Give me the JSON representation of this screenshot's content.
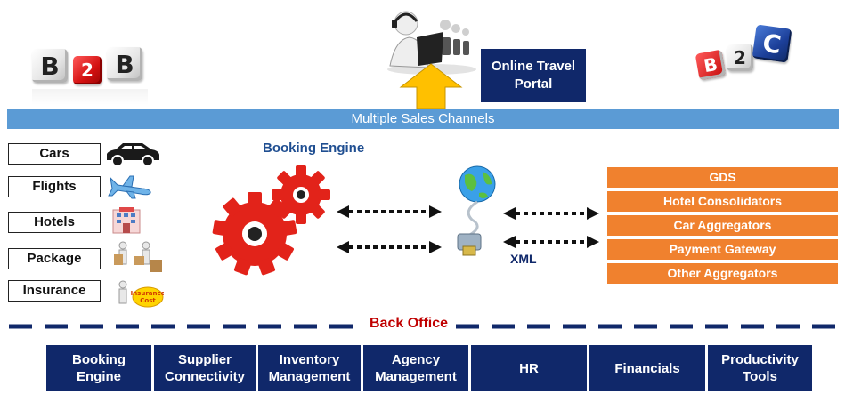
{
  "b2b": {
    "letters": [
      "B",
      "2",
      "B"
    ]
  },
  "b2c": {
    "letters": [
      "B",
      "2",
      "C"
    ]
  },
  "portal": {
    "line1": "Online Travel",
    "line2": "Portal"
  },
  "sales_channels": "Multiple Sales Channels",
  "products": [
    {
      "label": "Cars",
      "icon": "car-icon"
    },
    {
      "label": "Flights",
      "icon": "airplane-icon"
    },
    {
      "label": "Hotels",
      "icon": "hotel-icon"
    },
    {
      "label": "Package",
      "icon": "package-icon"
    },
    {
      "label": "Insurance",
      "icon": "insurance-icon"
    }
  ],
  "booking_engine": "Booking Engine",
  "xml": "XML",
  "aggregators": [
    "GDS",
    "Hotel Consolidators",
    "Car Aggregators",
    "Payment Gateway",
    "Other Aggregators"
  ],
  "back_office": "Back Office",
  "modules": [
    {
      "line1": "Booking",
      "line2": "Engine"
    },
    {
      "line1": "Supplier",
      "line2": "Connectivity"
    },
    {
      "line1": "Inventory",
      "line2": "Management"
    },
    {
      "line1": "Agency",
      "line2": "Management"
    },
    {
      "line1": "HR",
      "line2": ""
    },
    {
      "line1": "Financials",
      "line2": ""
    },
    {
      "line1": "Productivity",
      "line2": "Tools"
    }
  ],
  "colors": {
    "navy": "#10286a",
    "channel_blue": "#5b9bd5",
    "orange": "#f0812e",
    "gear_red": "#e2231a",
    "arrow_yellow": "#ffc000",
    "back_office_red": "#c00000"
  }
}
